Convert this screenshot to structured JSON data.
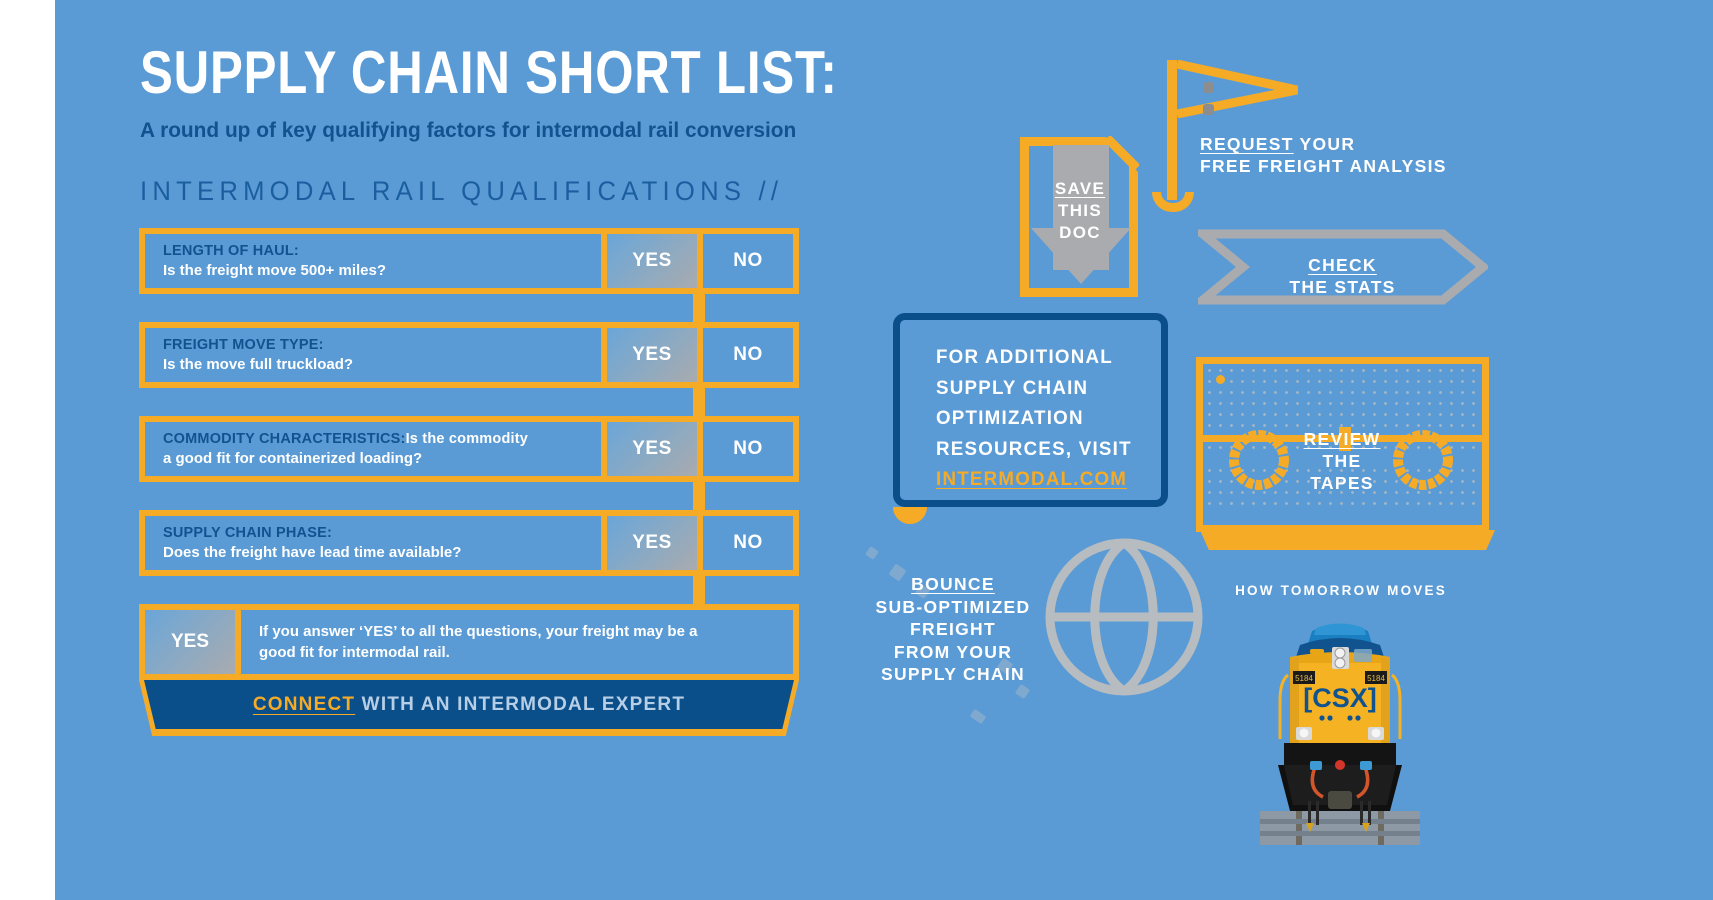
{
  "page": {
    "background_color": "#5b9bd5",
    "accent_orange": "#f5ab26",
    "navy": "#0b4f8a",
    "gray": "#a9abae"
  },
  "header": {
    "title": "SUPPLY CHAIN SHORT LIST:",
    "subtitle": "A round up of key qualifying factors for intermodal rail conversion",
    "section_heading": "INTERMODAL RAIL QUALIFICATIONS //"
  },
  "checklist": {
    "yes_label": "YES",
    "no_label": "NO",
    "rows": [
      {
        "label": "LENGTH OF HAUL:",
        "question": "Is the freight move 500+ miles?",
        "inline": false
      },
      {
        "label": "FREIGHT MOVE TYPE:",
        "question": "Is the move full truckload?",
        "inline": false
      },
      {
        "label": "COMMODITY CHARACTERISTICS:",
        "question": "Is the commodity",
        "question2": "a good fit for containerized loading?",
        "inline": true
      },
      {
        "label": "SUPPLY CHAIN PHASE:",
        "question": "Does the freight have lead time available?",
        "inline": false
      }
    ],
    "summary": {
      "yes_label": "YES",
      "line1": "If you answer ‘YES’ to all the questions, your freight may be a",
      "line2": "good fit for intermodal rail."
    },
    "connect": {
      "link_text": "CONNECT",
      "rest_text": " WITH AN INTERMODAL EXPERT"
    }
  },
  "save_doc": {
    "line1": "SAVE",
    "line2": "THIS",
    "line3": "DOC"
  },
  "request": {
    "link_text": "REQUEST",
    "rest_text": " YOUR",
    "line2": "FREE FREIGHT ANALYSIS"
  },
  "stats": {
    "link_text": "CHECK",
    "line2": "THE STATS"
  },
  "resources": {
    "line1": "FOR ADDITIONAL",
    "line2": "SUPPLY CHAIN",
    "line3": "OPTIMIZATION",
    "line4": "RESOURCES, VISIT",
    "url": "INTERMODAL.COM"
  },
  "tapes": {
    "link_text": "REVIEW",
    "line2": "THE",
    "line3": "TAPES"
  },
  "bounce": {
    "link_text": "BOUNCE",
    "line2": "SUB-OPTIMIZED",
    "line3": "FREIGHT",
    "line4": "FROM YOUR",
    "line5": "SUPPLY CHAIN"
  },
  "brand": {
    "tagline": "HOW TOMORROW MOVES",
    "logo": "[CSX]",
    "unit_left": "5184",
    "unit_right": "5184"
  }
}
